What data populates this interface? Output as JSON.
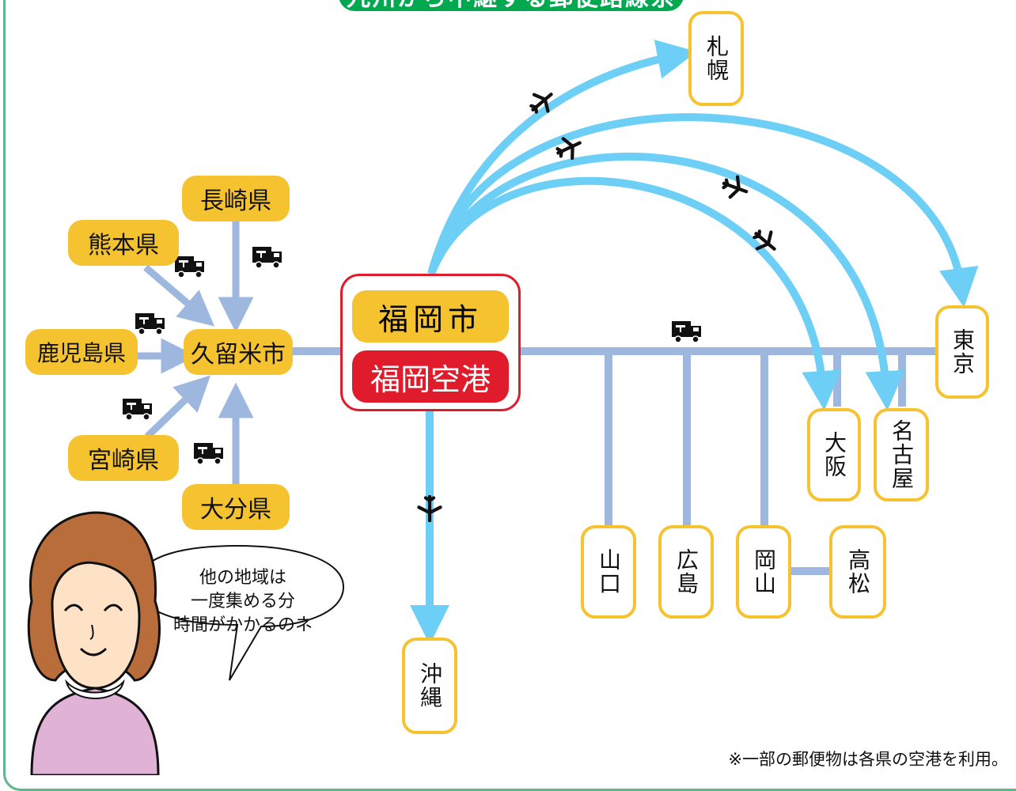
{
  "title": "九州から中継する郵便路線系統図",
  "hub": {
    "city": "福岡市",
    "airport": "福岡空港"
  },
  "feeder": {
    "center": "久留米市",
    "prefectures": [
      "長崎県",
      "熊本県",
      "鹿児島県",
      "宮崎県",
      "大分県"
    ]
  },
  "air_destinations": [
    "札幌",
    "東京",
    "大阪",
    "名古屋",
    "沖縄"
  ],
  "land_destinations": [
    "山口",
    "広島",
    "岡山",
    "高松",
    "東京",
    "大阪",
    "名古屋"
  ],
  "cities": {
    "sapporo": "札幌",
    "tokyo": "東京",
    "osaka": "大阪",
    "nagoya": "名古屋",
    "okinawa": "沖縄",
    "yamaguchi": "山口",
    "hiroshima": "広島",
    "okayama": "岡山",
    "takamatsu": "高松"
  },
  "speech": [
    "他の地域は",
    "一度集める分",
    "時間がかかるのネ"
  ],
  "footnote": "※一部の郵便物は各県の空港を利用。",
  "colors": {
    "air_route": "#6ecff6",
    "ground_route": "#9db7df",
    "box_fill": "#f5c230",
    "hub_border": "#e01b2b",
    "frame": "#5cb88a",
    "title_bg": "#00a84f"
  },
  "icons": [
    "airplane-icon",
    "mail-truck-icon"
  ]
}
